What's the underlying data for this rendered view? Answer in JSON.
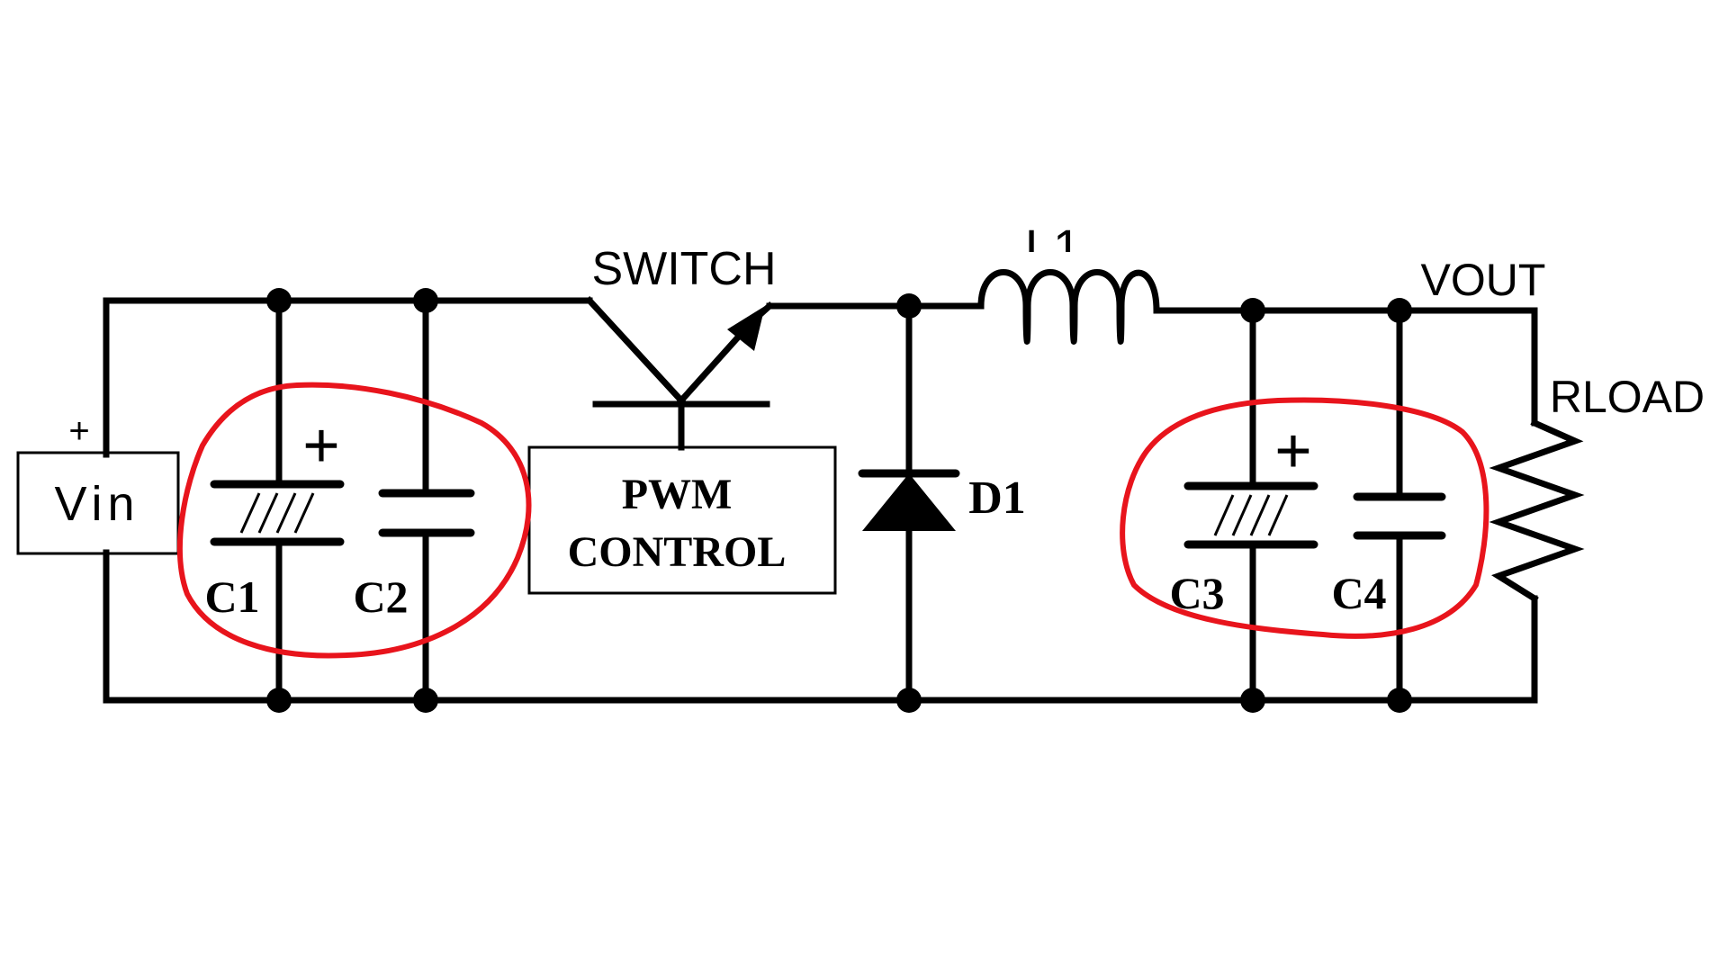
{
  "diagram": {
    "source": {
      "label": "Vin",
      "polarity": "+"
    },
    "capacitors": [
      {
        "label": "C1",
        "polarity": "+"
      },
      {
        "label": "C2"
      },
      {
        "label": "C3",
        "polarity": "+"
      },
      {
        "label": "C4"
      }
    ],
    "switch": {
      "label": "SWITCH"
    },
    "controller": {
      "line1": "PWM",
      "line2": "CONTROL"
    },
    "diode": {
      "label": "D1"
    },
    "inductor": {
      "label": "L1"
    },
    "output": {
      "label": "VOUT"
    },
    "load": {
      "label": "RLOAD"
    },
    "colors": {
      "wire": "#000000",
      "highlight": "#e8141c"
    }
  }
}
